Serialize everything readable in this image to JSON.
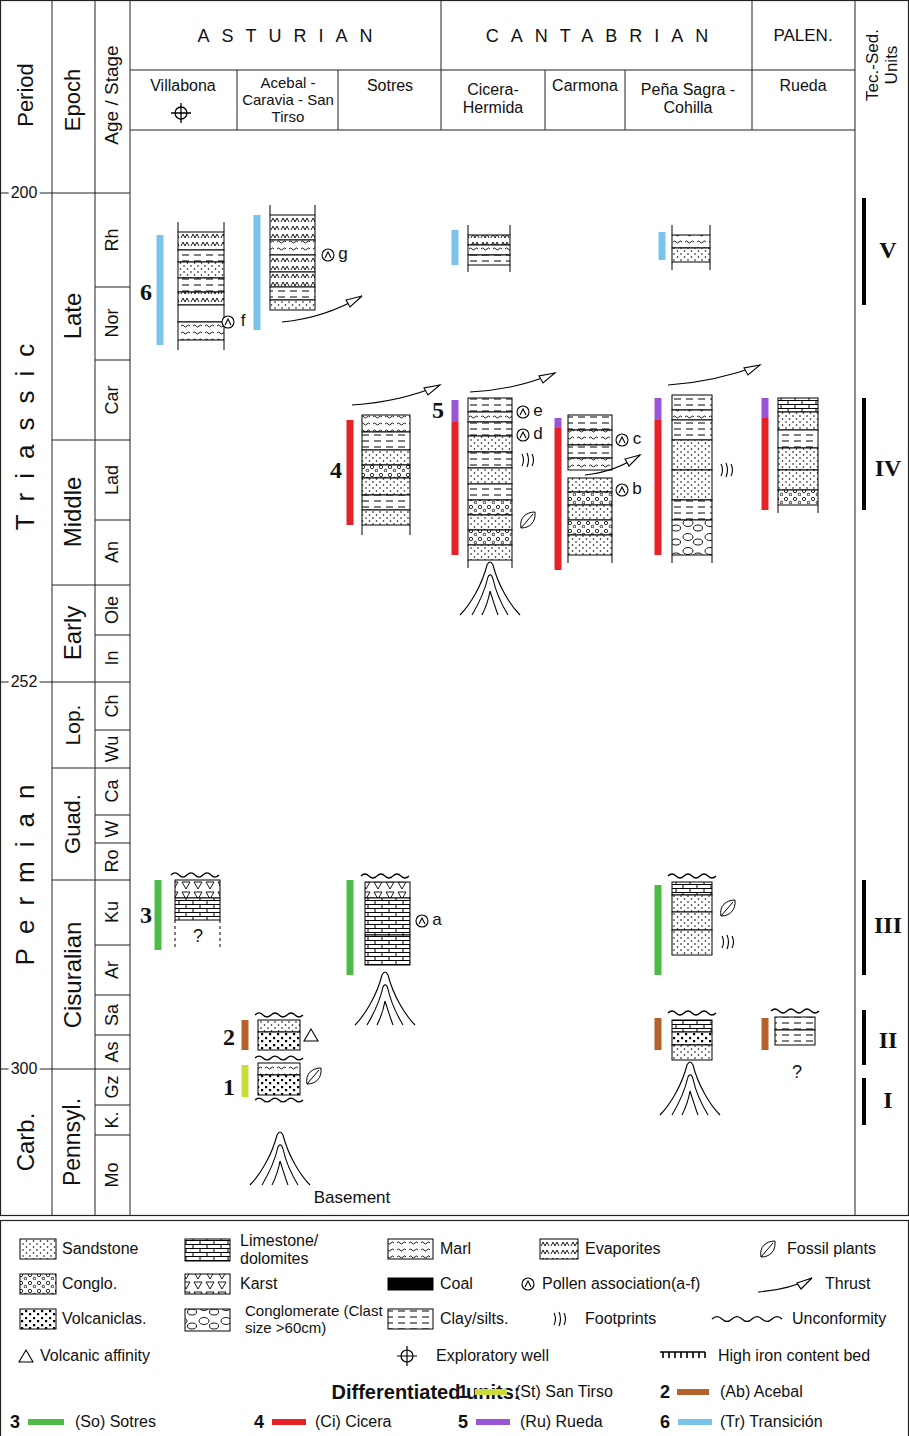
{
  "diagram": {
    "labels": [
      "Period",
      "Epoch",
      "Age / Stage",
      "ASTURIAN",
      "CANTABRIAN",
      "PALEN.",
      "Tec.-Sed. Units",
      "Villabona",
      "Acebal - Caravia - San Tirso",
      "Sotres",
      "Cicera- Hermida",
      "Carmona",
      "Peña Sagra - Cohilla",
      "Rueda",
      "200",
      "252",
      "300",
      "Triassic",
      "Permian",
      "Carb.",
      "Late",
      "Middle",
      "Early",
      "Lop.",
      "Guad.",
      "Cisuralian",
      "Pennsyl.",
      "Rh",
      "Nor",
      "Car",
      "Lad",
      "An",
      "Ole",
      "In",
      "Ch",
      "Wu",
      "Ca",
      "W",
      "Ro",
      "Ku",
      "Ar",
      "Sa",
      "As",
      "Gz",
      "K.",
      "Mo",
      "V",
      "IV",
      "III",
      "II",
      "I",
      "6",
      "4",
      "5",
      "3",
      "2",
      "1",
      "g",
      "f",
      "e",
      "d",
      "c",
      "b",
      "a",
      "?",
      "?",
      "Basement",
      "Differentiated units:",
      "1",
      "2",
      "3",
      "4",
      "5",
      "6"
    ],
    "legend": [
      {
        "text": "Sandstone"
      },
      {
        "text": "Limestone/ dolomites"
      },
      {
        "text": "Marl"
      },
      {
        "text": "Evaporites"
      },
      {
        "text": "Fossil plants"
      },
      {
        "text": "Conglo."
      },
      {
        "text": "Karst"
      },
      {
        "text": "Coal"
      },
      {
        "text": "Pollen association(a-f)"
      },
      {
        "text": "Thrust"
      },
      {
        "text": "Volcaniclas."
      },
      {
        "text": "Conglomerate (Clast size >60cm)"
      },
      {
        "text": "Clay/silts."
      },
      {
        "text": "Footprints"
      },
      {
        "text": "Unconformity"
      },
      {
        "text": "Volcanic affinity"
      },
      {
        "text": "Exploratory well"
      },
      {
        "text": "High iron content bed"
      },
      {
        "text": "(St) San Tirso",
        "color": "#c9dc3c"
      },
      {
        "text": "(Ab) Acebal",
        "color": "#b4632c"
      },
      {
        "text": "(So) Sotres",
        "color": "#4dbb48"
      },
      {
        "text": "(Ci) Cicera",
        "color": "#e62228"
      },
      {
        "text": "(Ru) Rueda",
        "color": "#9a55d6"
      },
      {
        "text": "(Tr) Transición",
        "color": "#7cc3ea"
      }
    ]
  }
}
